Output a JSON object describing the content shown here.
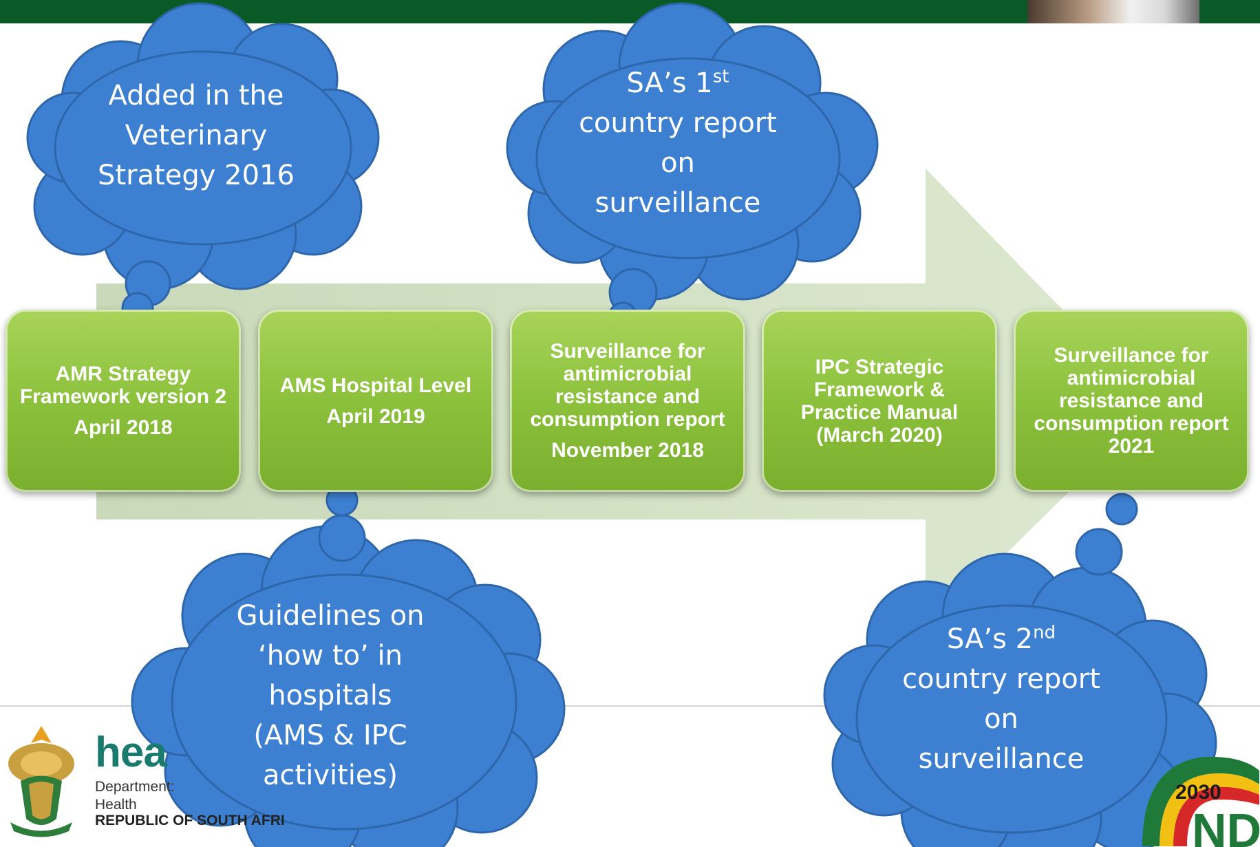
{
  "timeline": {
    "boxes": [
      {
        "title": "AMR Strategy Framework version 2",
        "date": "April 2018"
      },
      {
        "title": "AMS Hospital Level",
        "date": "April 2019"
      },
      {
        "title": "Surveillance for antimicrobial resistance and consumption report",
        "date": "November 2018"
      },
      {
        "title": "IPC Strategic Framework & Practice Manual (March 2020)",
        "date": ""
      },
      {
        "title": "Surveillance for antimicrobial resistance and consumption report 2021",
        "date": ""
      }
    ]
  },
  "clouds": {
    "veterinary": {
      "lines": [
        "Added in the",
        "Veterinary",
        "Strategy 2016"
      ]
    },
    "first_report": {
      "line1_prefix": "SA’s 1",
      "line1_sup": "st",
      "lines": [
        "country report",
        "on",
        "surveillance"
      ]
    },
    "guidelines": {
      "lines": [
        "Guidelines on",
        "‘how to’ in",
        "hospitals",
        "(AMS & IPC",
        "activities)"
      ]
    },
    "second_report": {
      "line1_prefix": "SA’s 2",
      "line1_sup": "nd",
      "lines": [
        "country report",
        "on",
        "surveillance"
      ]
    }
  },
  "footer": {
    "health_word": "hea",
    "dept_line1": "Department:",
    "dept_line2": "Health",
    "dept_line3": "REPUBLIC OF SOUTH AFRI",
    "ndp_year": "2030",
    "ndp_letters": "NDP"
  },
  "colors": {
    "topbar": "#0a5a28",
    "box_green": "#8cc13c",
    "cloud_blue": "#3d7fd0",
    "arrow": "#cfe0bd"
  }
}
